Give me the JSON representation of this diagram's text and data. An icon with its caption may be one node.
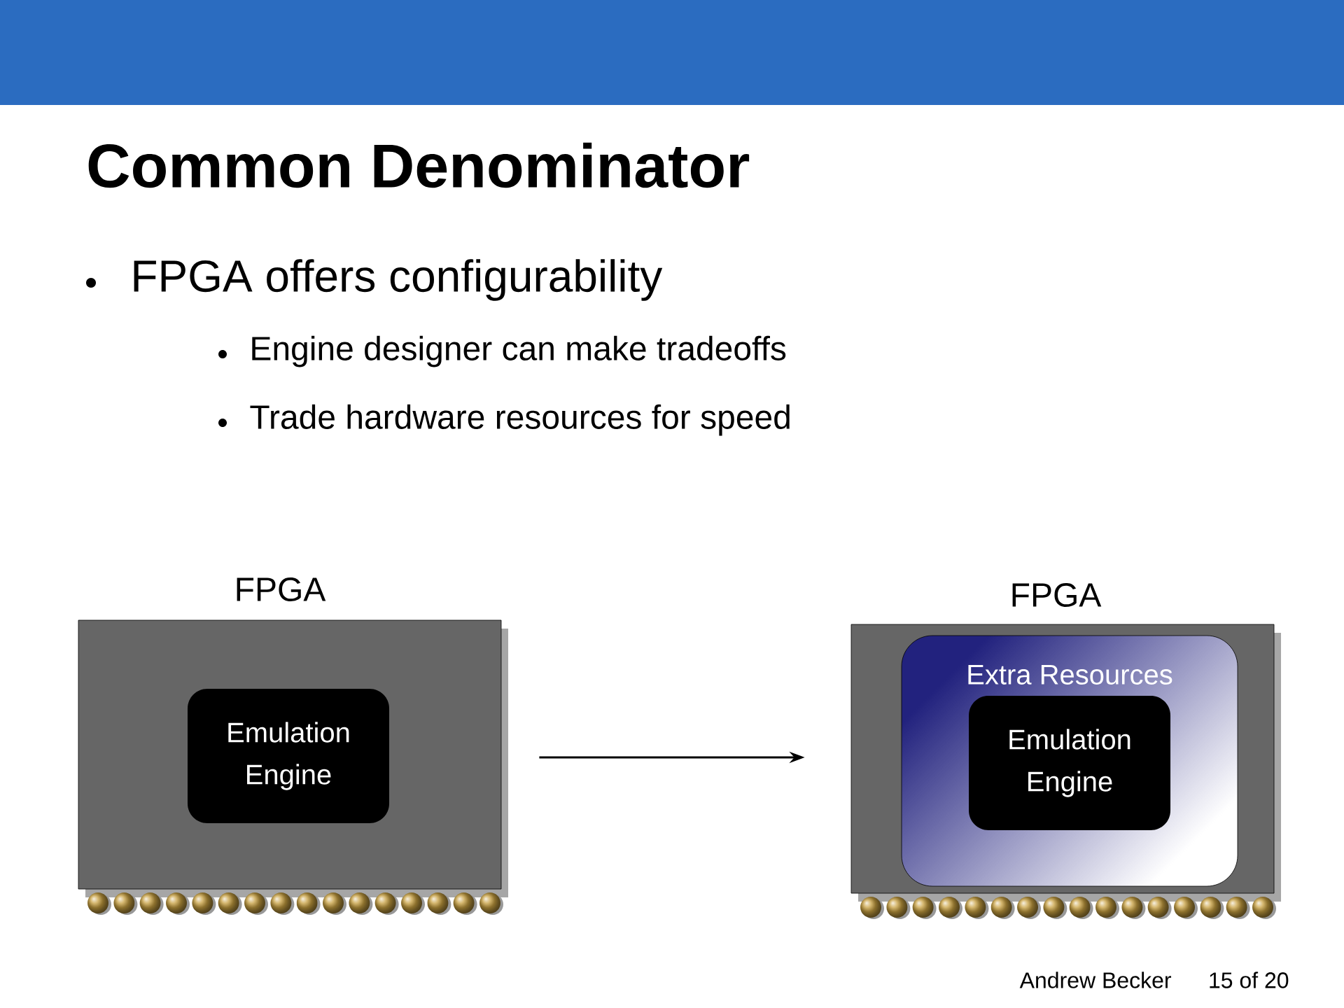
{
  "diagram": {
    "title": "Common Denominator",
    "nodes": [
      {
        "text": [
          "FPGA"
        ]
      },
      {
        "text": [
          "Emulation Engine"
        ],
        "in": 0
      },
      {
        "text": [
          "FPGA"
        ]
      },
      {
        "text": [
          "Extra Resources"
        ],
        "in": 2
      },
      {
        "text": [
          "Emulation Engine"
        ],
        "in": 3
      }
    ],
    "edges": [
      {
        "from": 0,
        "to": 2,
        "arrow": "to"
      }
    ],
    "labels": [
      "FPGA offers configurability",
      "Engine designer can make tradeoffs",
      "Trade hardware resources for speed",
      "Andrew Becker",
      "15 of 20"
    ]
  }
}
